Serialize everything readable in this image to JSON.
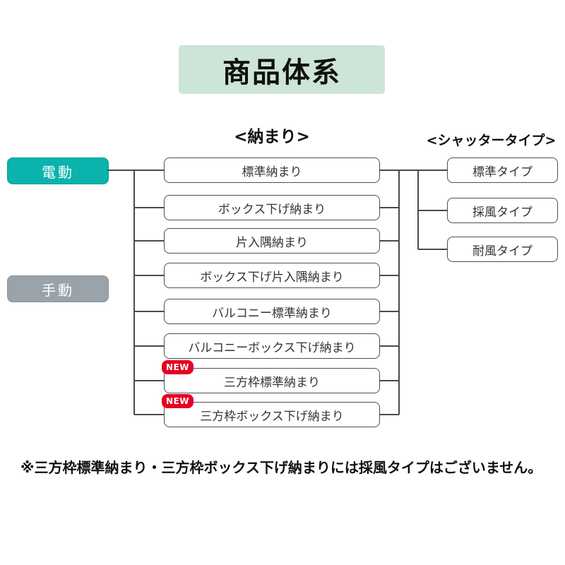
{
  "title": "商品体系",
  "columns": {
    "nakamari_header": "<納まり>",
    "shutter_header": "<シャッタータイプ>"
  },
  "drive_modes": [
    {
      "label": "電動",
      "color": "#0ab3ab"
    },
    {
      "label": "手動",
      "color": "#9aa2aa"
    }
  ],
  "nakamari_items": [
    {
      "label": "標準納まり"
    },
    {
      "label": "ボックス下げ納まり"
    },
    {
      "label": "片入隅納まり"
    },
    {
      "label": "ボックス下げ片入隅納まり"
    },
    {
      "label": "バルコニー標準納まり"
    },
    {
      "label": "バルコニーボックス下げ納まり"
    },
    {
      "label": "三方枠標準納まり",
      "badge": "NEW"
    },
    {
      "label": "三方枠ボックス下げ納まり",
      "badge": "NEW"
    }
  ],
  "shutter_types": [
    {
      "label": "標準タイプ"
    },
    {
      "label": "採風タイプ"
    },
    {
      "label": "耐風タイプ"
    }
  ],
  "footnote": "※三方枠標準納まり・三方枠ボックス下げ納まりには採風タイプはございません。",
  "colors": {
    "title_bg": "#cce5d6",
    "electric": "#0ab3ab",
    "manual": "#9aa2aa",
    "badge_red": "#e60021",
    "line": "#4a4a4a"
  }
}
